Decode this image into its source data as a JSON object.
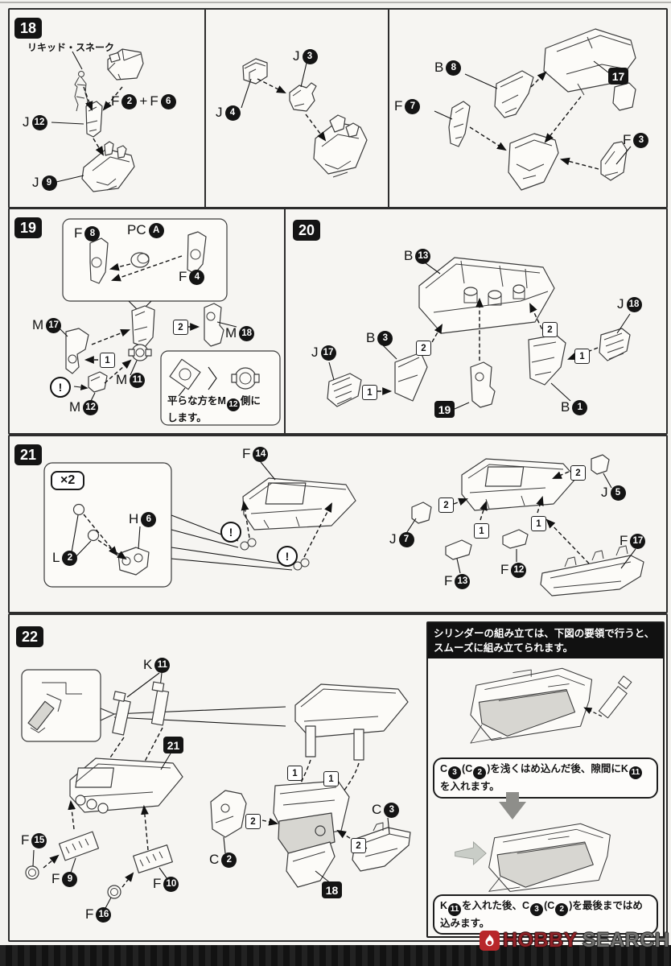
{
  "seq": {
    "one": "1",
    "two": "2"
  },
  "misc": {
    "excl": "!"
  },
  "steps": {
    "s18": {
      "badge": "18",
      "snake_label": "リキッド・スネーク",
      "f2f6": {
        "p1": "F",
        "n1": "2",
        "plus": "+",
        "p2": "F",
        "n2": "6"
      },
      "j12": {
        "p": "J",
        "n": "12"
      },
      "j9": {
        "p": "J",
        "n": "9"
      },
      "j4": {
        "p": "J",
        "n": "4"
      },
      "j3": {
        "p": "J",
        "n": "3"
      },
      "b8": {
        "p": "B",
        "n": "8"
      },
      "ref17": "17",
      "f7": {
        "p": "F",
        "n": "7"
      },
      "f3": {
        "p": "F",
        "n": "3"
      }
    },
    "s19": {
      "badge": "19",
      "f8": {
        "p": "F",
        "n": "8"
      },
      "pca": {
        "p": "PC",
        "n": "A"
      },
      "f4": {
        "p": "F",
        "n": "4"
      },
      "m17": {
        "p": "M",
        "n": "17"
      },
      "m18": {
        "p": "M",
        "n": "18"
      },
      "m11": {
        "p": "M",
        "n": "11"
      },
      "m12": {
        "p": "M",
        "n": "12"
      },
      "note": {
        "t1": "平らな方をM",
        "n": "12",
        "t2": "側に",
        "t3": "します。"
      }
    },
    "s20": {
      "badge": "20",
      "b13": {
        "p": "B",
        "n": "13"
      },
      "j18": {
        "p": "J",
        "n": "18"
      },
      "b3": {
        "p": "B",
        "n": "3"
      },
      "j17": {
        "p": "J",
        "n": "17"
      },
      "b1": {
        "p": "B",
        "n": "1"
      },
      "ref19": "19"
    },
    "s21": {
      "badge": "21",
      "multiplier": "×2",
      "l2": {
        "p": "L",
        "n": "2"
      },
      "h6": {
        "p": "H",
        "n": "6"
      },
      "f14": {
        "p": "F",
        "n": "14"
      },
      "j5": {
        "p": "J",
        "n": "5"
      },
      "j7": {
        "p": "J",
        "n": "7"
      },
      "f13": {
        "p": "F",
        "n": "13"
      },
      "f12": {
        "p": "F",
        "n": "12"
      },
      "f17": {
        "p": "F",
        "n": "17"
      }
    },
    "s22": {
      "badge": "22",
      "k11": {
        "p": "K",
        "n": "11"
      },
      "ref21": "21",
      "f15": {
        "p": "F",
        "n": "15"
      },
      "f9": {
        "p": "F",
        "n": "9"
      },
      "f10": {
        "p": "F",
        "n": "10"
      },
      "f16": {
        "p": "F",
        "n": "16"
      },
      "c2": {
        "p": "C",
        "n": "2"
      },
      "c3": {
        "p": "C",
        "n": "3"
      },
      "ref18": "18",
      "notebox": {
        "header1": "シリンダーの組み立ては、下図の要領で行うと、",
        "header2": "スムーズに組み立てられます。",
        "bubble1": {
          "t1": "C",
          "n1": "3",
          "t2": "(C",
          "n2": "2",
          "t3": ")を浅くはめ込んだ後、隙間にK",
          "n3": "11",
          "t4": "を入れます。"
        },
        "bubble2": {
          "t1": "K",
          "n1": "11",
          "t2": "を入れた後、C",
          "n2": "3",
          "t3": "(C",
          "n3": "2",
          "t4": ")を最後まではめ込みます。"
        }
      }
    }
  },
  "footer": {
    "hobby": "HOBBY",
    "search": "SEARCH"
  }
}
